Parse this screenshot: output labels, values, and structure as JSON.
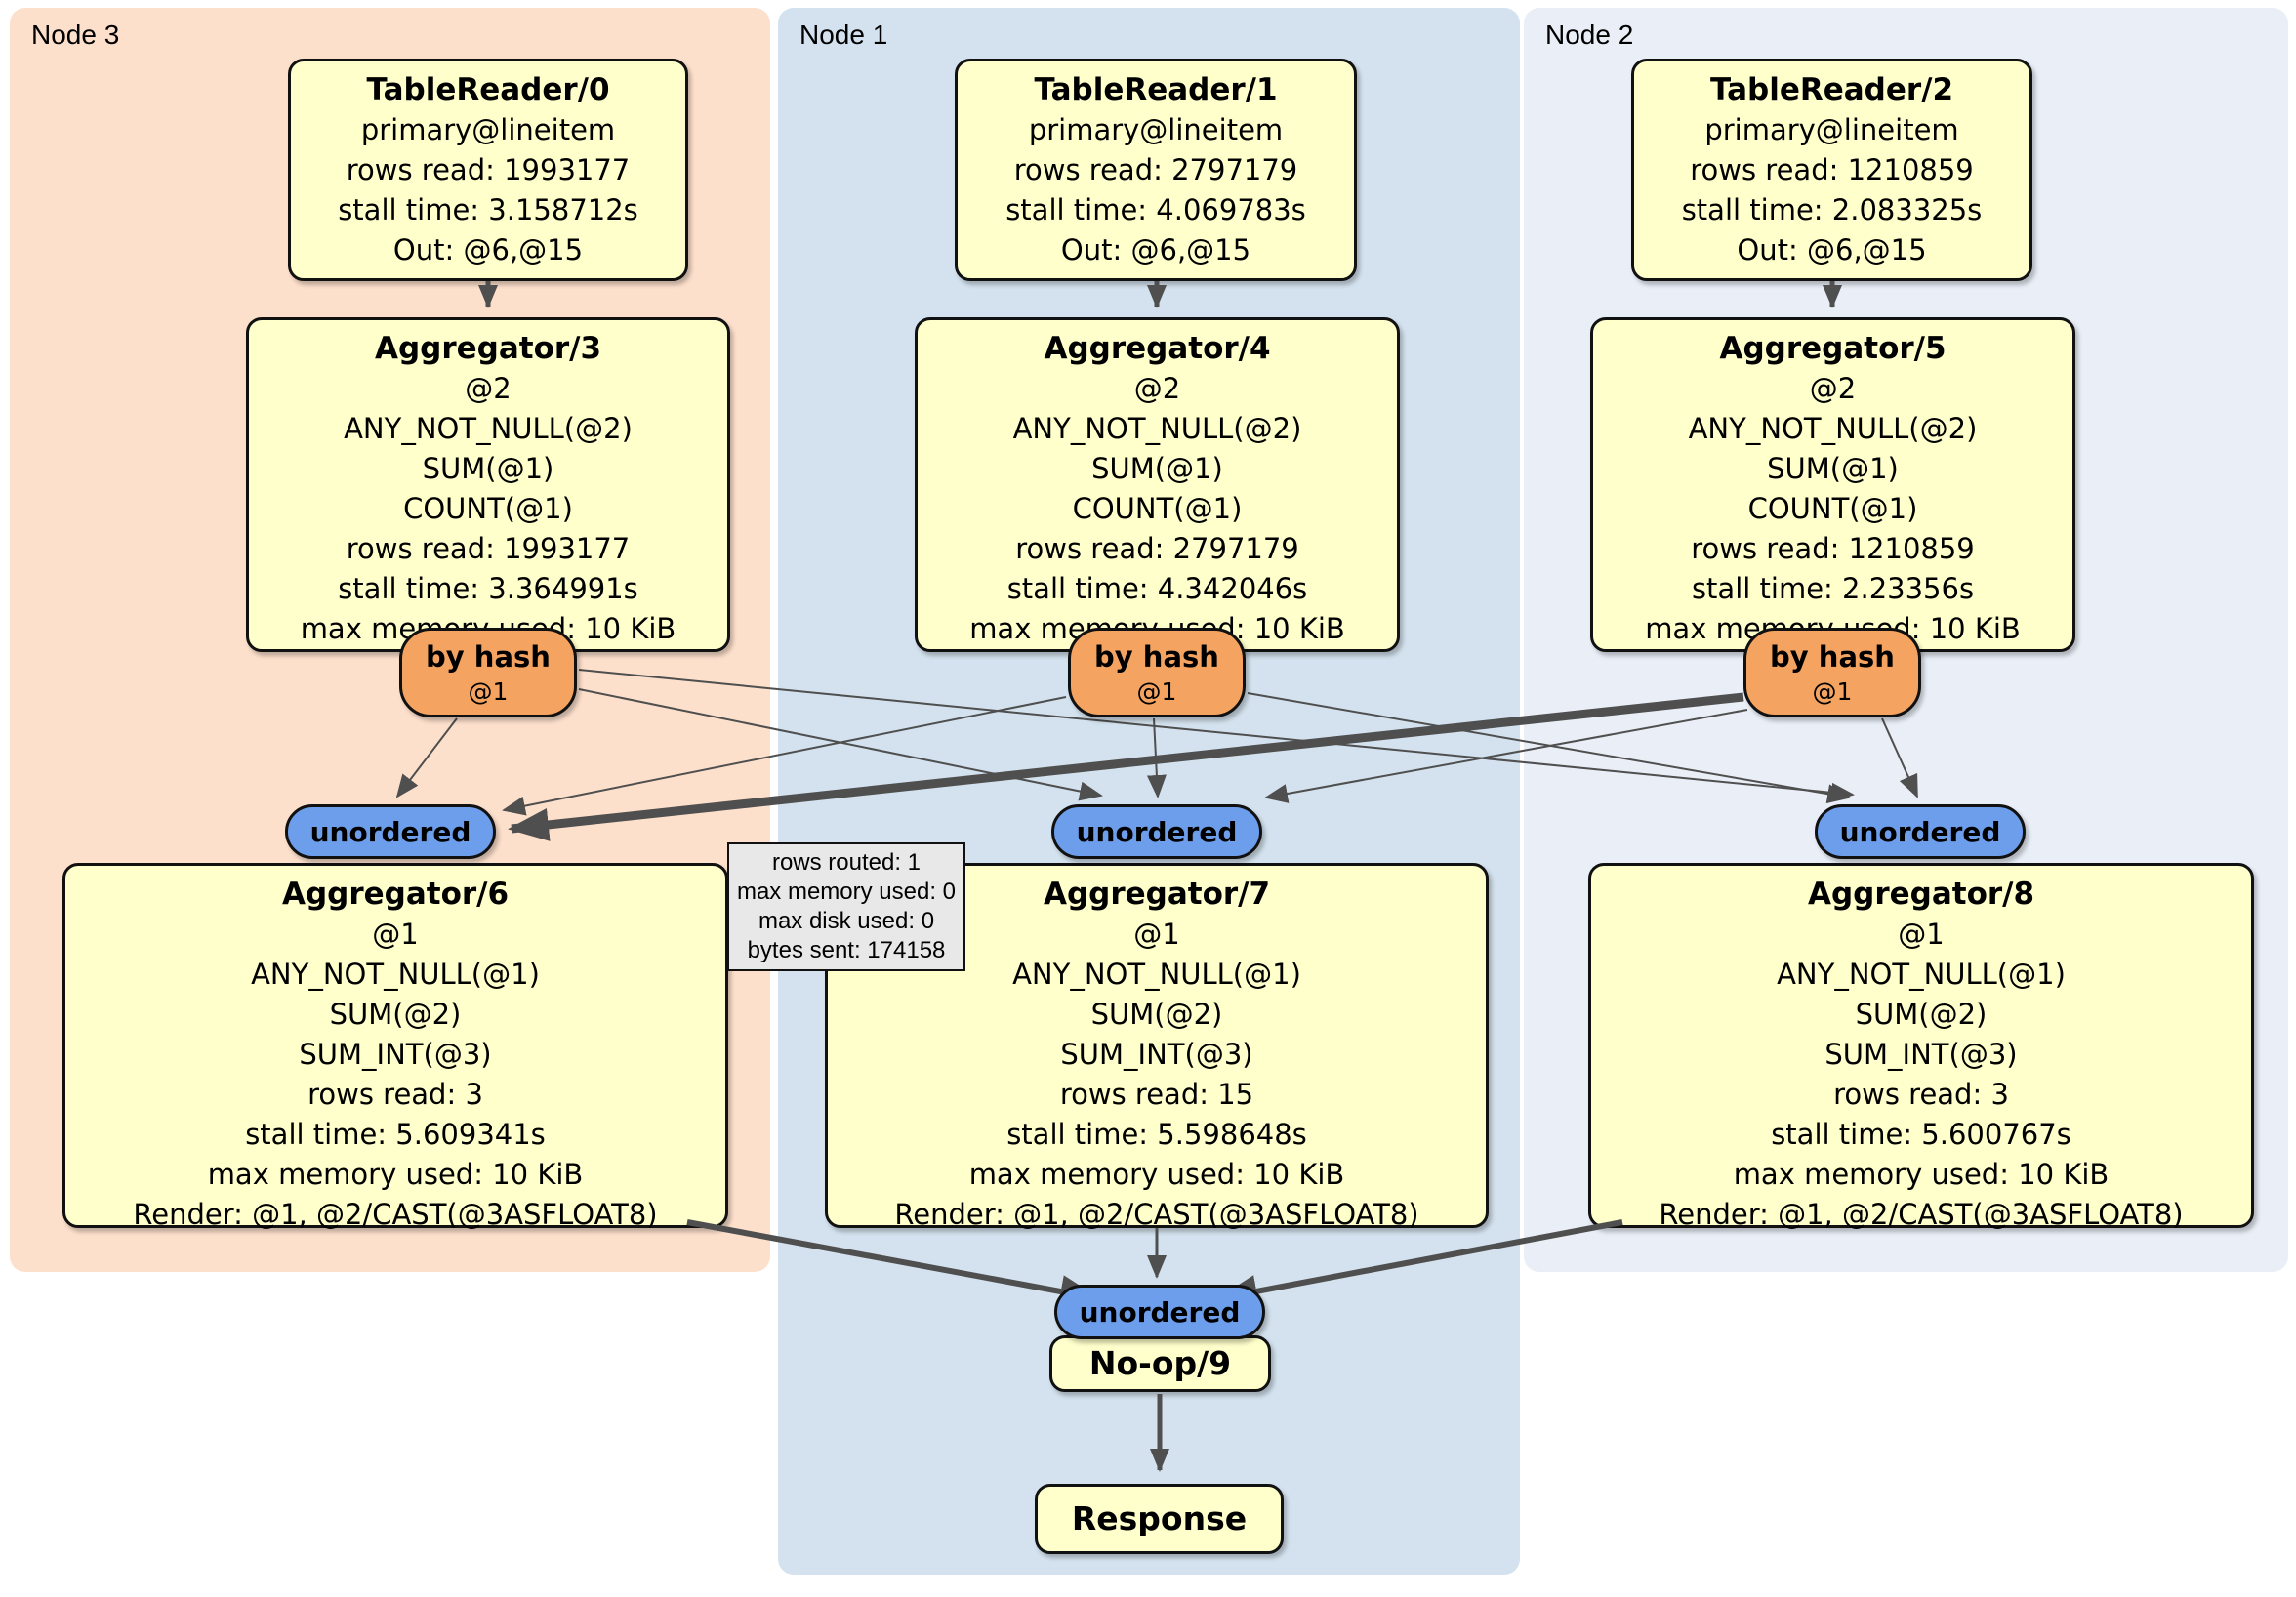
{
  "panels": {
    "node3": {
      "label": "Node 3"
    },
    "node1": {
      "label": "Node 1"
    },
    "node2": {
      "label": "Node 2"
    }
  },
  "pills": {
    "by_hash": {
      "label": "by hash",
      "sub": "@1"
    },
    "unordered": {
      "label": "unordered"
    }
  },
  "nodes": {
    "tablereader0": {
      "title": "TableReader/0",
      "lines": [
        "primary@lineitem",
        "rows read: 1993177",
        "stall time: 3.158712s",
        "Out: @6,@15"
      ]
    },
    "aggregator3": {
      "title": "Aggregator/3",
      "lines": [
        "@2",
        "ANY_NOT_NULL(@2)",
        "SUM(@1)",
        "COUNT(@1)",
        "rows read: 1993177",
        "stall time: 3.364991s",
        "max memory used: 10 KiB"
      ]
    },
    "aggregator6": {
      "title": "Aggregator/6",
      "lines": [
        "@1",
        "ANY_NOT_NULL(@1)",
        "SUM(@2)",
        "SUM_INT(@3)",
        "rows read: 3",
        "stall time: 5.609341s",
        "max memory used: 10 KiB",
        "Render: @1, @2/CAST(@3ASFLOAT8)"
      ]
    },
    "tablereader1": {
      "title": "TableReader/1",
      "lines": [
        "primary@lineitem",
        "rows read: 2797179",
        "stall time: 4.069783s",
        "Out: @6,@15"
      ]
    },
    "aggregator4": {
      "title": "Aggregator/4",
      "lines": [
        "@2",
        "ANY_NOT_NULL(@2)",
        "SUM(@1)",
        "COUNT(@1)",
        "rows read: 2797179",
        "stall time: 4.342046s",
        "max memory used: 10 KiB"
      ]
    },
    "aggregator7": {
      "title": "Aggregator/7",
      "lines": [
        "@1",
        "ANY_NOT_NULL(@1)",
        "SUM(@2)",
        "SUM_INT(@3)",
        "rows read: 15",
        "stall time: 5.598648s",
        "max memory used: 10 KiB",
        "Render: @1, @2/CAST(@3ASFLOAT8)"
      ]
    },
    "tablereader2": {
      "title": "TableReader/2",
      "lines": [
        "primary@lineitem",
        "rows read: 1210859",
        "stall time: 2.083325s",
        "Out: @6,@15"
      ]
    },
    "aggregator5": {
      "title": "Aggregator/5",
      "lines": [
        "@2",
        "ANY_NOT_NULL(@2)",
        "SUM(@1)",
        "COUNT(@1)",
        "rows read: 1210859",
        "stall time: 2.23356s",
        "max memory used: 10 KiB"
      ]
    },
    "aggregator8": {
      "title": "Aggregator/8",
      "lines": [
        "@1",
        "ANY_NOT_NULL(@1)",
        "SUM(@2)",
        "SUM_INT(@3)",
        "rows read: 3",
        "stall time: 5.600767s",
        "max memory used: 10 KiB",
        "Render: @1, @2/CAST(@3ASFLOAT8)"
      ]
    },
    "noop": {
      "title": "No-op/9"
    },
    "response": {
      "title": "Response"
    }
  },
  "tooltip": {
    "lines": [
      "rows routed: 1",
      "max memory used: 0",
      "max disk used: 0",
      "bytes sent: 174158"
    ]
  },
  "colors": {
    "panel_node3": "#fde0cc",
    "panel_node1": "#d3e2ee",
    "panel_node2": "#e9eef7",
    "node_fill": "#ffffcc",
    "hash_pill": "#f4a460",
    "unordered_pill": "#6d9eeb",
    "edge": "#4f4f4f",
    "tooltip_bg": "#e8e8e8"
  }
}
